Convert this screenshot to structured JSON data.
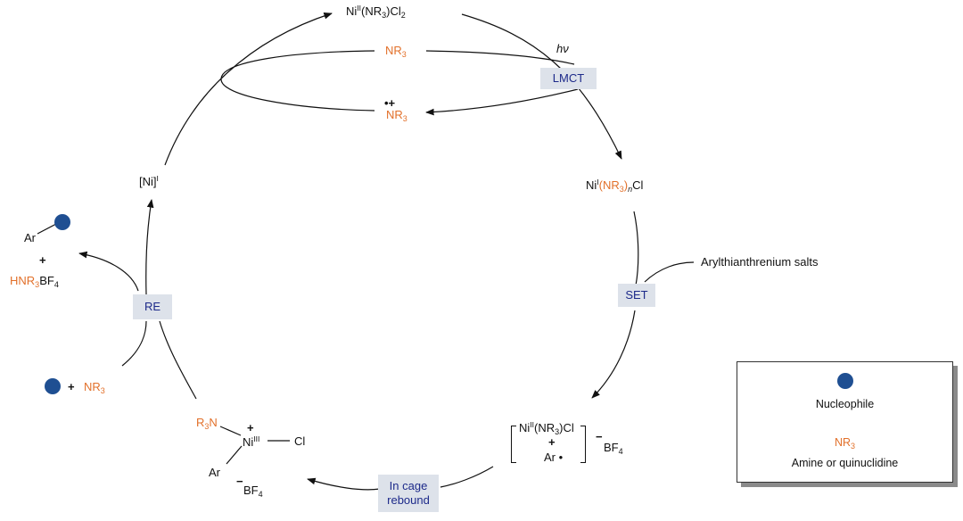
{
  "colors": {
    "amine_orange": "#e2702a",
    "badge_fill": "#dde2ea",
    "badge_text": "#1d2a8a",
    "nucleophile_blue": "#1f4f92",
    "arrow": "#111111"
  },
  "top_complex": {
    "metal": "Ni",
    "ox": "II",
    "ligand": "(NR",
    "ligand_sub": "3",
    "ligand_close": ")",
    "tail": "Cl",
    "tail_sub": "2"
  },
  "amine_in": {
    "text": "NR",
    "sub": "3"
  },
  "amine_radical": {
    "charge": "•+",
    "text": "NR",
    "sub": "3"
  },
  "hv": "hν",
  "lmct": "LMCT",
  "ni_i_complex": {
    "metal": "Ni",
    "ox": "I",
    "ligand": "(NR",
    "ligand_sub": "3",
    "ligand_close": ")",
    "n": "n",
    "tail": "Cl"
  },
  "ni_i_left": {
    "text": "[Ni]",
    "ox": "I"
  },
  "arylthianthrenium": "Arylthianthrenium salts",
  "set": "SET",
  "re": "RE",
  "in_cage": "In cage rebound",
  "bracket_complex": {
    "metal": "Ni",
    "ox": "II",
    "ligand": "(NR",
    "ligand_sub": "3",
    "ligand_close": ")",
    "tail": "Cl",
    "plus": "+",
    "ar": "Ar",
    "radical": "•",
    "counter_charge": "−",
    "counter": "BF",
    "counter_sub": "4"
  },
  "ni_iii_complex": {
    "r3n": "R",
    "r3n_sub": "3",
    "r3n_n": "N",
    "plus": "+",
    "metal": "Ni",
    "ox": "III",
    "cl": "Cl",
    "ar": "Ar",
    "counter_charge": "−",
    "counter": "BF",
    "counter_sub": "4"
  },
  "product": {
    "ar": "Ar",
    "plus": "+",
    "salt_hnr": "HNR",
    "salt_sub": "3",
    "salt_bf": "BF",
    "salt_bf_sub": "4"
  },
  "nucleophile_input": {
    "plus": "+",
    "text": "NR",
    "sub": "3"
  },
  "legend": {
    "nucleophile": "Nucleophile",
    "amine_symbol": "NR",
    "amine_symbol_sub": "3",
    "amine_desc": "Amine or quinuclidine"
  }
}
